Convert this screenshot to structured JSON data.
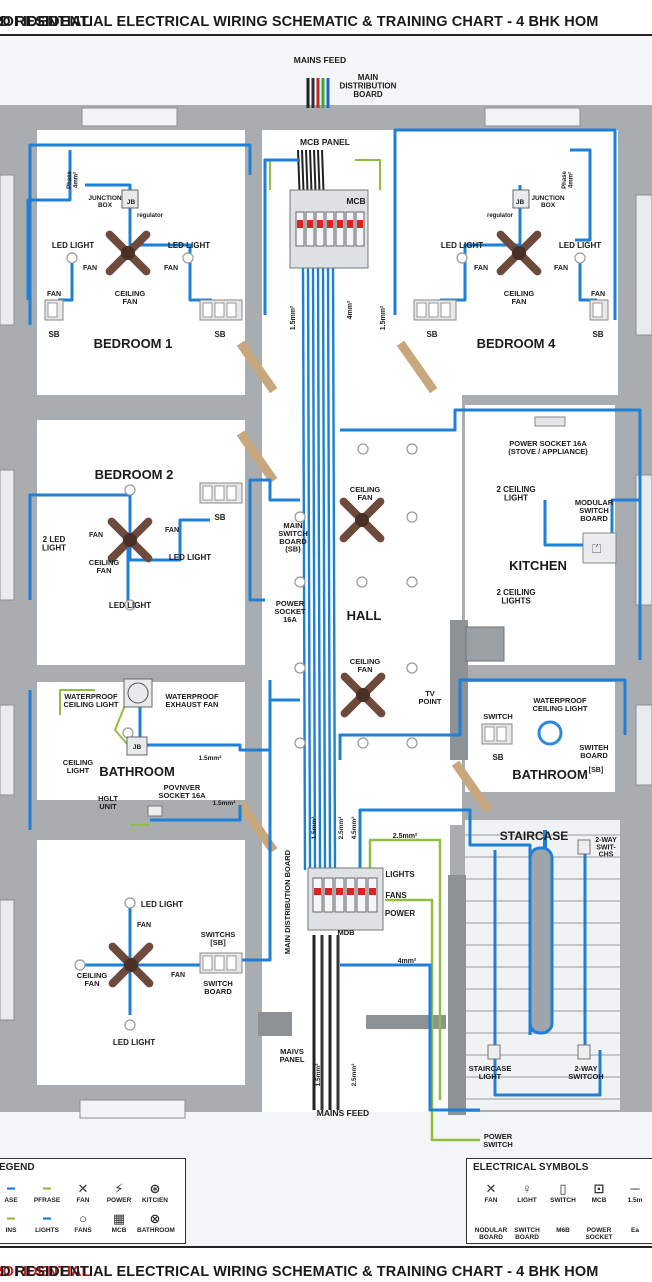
{
  "title": {
    "prefix": "ROFIDENTIAL",
    "rest": " 3D RESIDENTIAL ELECTRICAL WIRING SCHEMATIC & TRAINING CHART - 4 BHK HOM"
  },
  "footer": {
    "prefix": "ROFIDENTIAL",
    "rest": " 3D RESIDENTIAL ELECTRICAL WIRING SCHEMATIC & TRAINING CHART - 4 BHK HOM"
  },
  "colors": {
    "wire": "#1e7fd6",
    "earth": "#8fbf3f",
    "wall": "#a9adb0",
    "floor": "#ffffff",
    "accent_red": "#d11a1a"
  },
  "labels": {
    "mains_feed_top": "MAINS FEED",
    "main_distribution_board": [
      "MAIN",
      "DISTRIBUTION",
      "BOARD"
    ],
    "mcb_panel": "MCB PANEL",
    "mcb": "MCB",
    "wire_15_a": "1.5mm²",
    "wire_4": "4mm²",
    "wire_15_b": "1.5mm²",
    "b1_phase": [
      "Phase",
      "4mm²"
    ],
    "b1_junction": [
      "JUNCTION",
      "BOX"
    ],
    "b1_jb": "JB",
    "b1_regulator": "regulator",
    "b1_led_left": "LED LIGHT",
    "b1_led_right": "LED LIGHT",
    "b1_fan_left": "FAN",
    "b1_fan_right": "FAN",
    "b1_ceiling_fan": [
      "CEILING",
      "FAN"
    ],
    "b1_fan_small": "FAN",
    "b1_sb_left": "SB",
    "b1_sb_right": "SB",
    "b1_name": "BEDROOM 1",
    "b4_phase": [
      "Phase",
      "4mm²"
    ],
    "b4_jb": "JB",
    "b4_junction": [
      "JUNCTION",
      "BOX"
    ],
    "b4_regulator": "regulator",
    "b4_led_left": "LED LIGHT",
    "b4_led_right": "LED LIGHT",
    "b4_fan_left": "FAN",
    "b4_fan_right": "FAN",
    "b4_ceiling_fan": [
      "CEILING",
      "FAN"
    ],
    "b4_fan_small": "FAN",
    "b4_sb_left": "SB",
    "b4_sb_right": "SB",
    "b4_name": "BEDROOM 4",
    "b2_name": "BEDROOM 2",
    "b2_sb": "SB",
    "b2_fan": "FAN",
    "b2_fan_right": "FAN",
    "b2_two_led": [
      "2 LED",
      "LIGHT"
    ],
    "b2_ceiling_fan": [
      "CEILING",
      "FAN"
    ],
    "b2_led_right": "LED LIGHT",
    "b2_led_bottom": "LED LIGHT",
    "msb": [
      "MAIN",
      "SWITCH",
      "BOARD",
      "(SB)"
    ],
    "power_socket_hall": [
      "POWER",
      "SOCKET",
      "16A"
    ],
    "hall_ceiling_fan_1": [
      "CEILING",
      "FAN"
    ],
    "hall_ceiling_fan_2": [
      "CEILING",
      "FAN"
    ],
    "hall_name": "HALL",
    "tv_point": [
      "TV",
      "POINT"
    ],
    "kitchen_socket": [
      "POWER SOCKET 16A",
      "(STOVE / APPLIANCE)"
    ],
    "kitchen_two_ceiling": [
      "2 CEILING",
      "LIGHT"
    ],
    "kitchen_modular": [
      "MODULAR",
      "SWITCH",
      "BOARD"
    ],
    "kitchen_name": "KITCHEN",
    "kitchen_two_ceiling_2": [
      "2 CEILING",
      "LIGHTS"
    ],
    "bath1_wp_light": [
      "WATERPROOF",
      "CEILING LIGHT"
    ],
    "bath1_exhaust": [
      "WATERPROOF",
      "EXHAUST FAN"
    ],
    "bath1_jb": "JB",
    "bath1_ceiling_light": [
      "CEILING",
      "LIGHT"
    ],
    "bath1_name": "BATHROOM",
    "bath1_wire": "1.5mm²",
    "bath1_hglt": [
      "HGLT",
      "UNIT"
    ],
    "bath1_socket": [
      "POVNVER",
      "SOCKET 16A"
    ],
    "bath1_wire_2": "1.5mm²",
    "bath2_wp_light": [
      "WATERPROOF",
      "CEILING LIGHT"
    ],
    "bath2_switch": "SWITCH",
    "bath2_sb": "SB",
    "bath2_switch_board": [
      "SWITEH",
      "BOARD"
    ],
    "bath2_name": "BATHROOM",
    "bath2_sb_tag": "[SB]",
    "b3_led_top": "LED LIGHT",
    "b3_fan_top": "FAN",
    "b3_switchs": [
      "SWITCHS",
      "[SB]"
    ],
    "b3_ceiling_fan": [
      "CEILING",
      "FAN"
    ],
    "b3_fan_right": "FAN",
    "b3_switch_board": [
      "SWITCH",
      "BOARD"
    ],
    "b3_led_bottom": "LED LIGHT",
    "mdb_vertical": "MAIN DISTRIBUTION BOARD",
    "mdb": "MDB",
    "mdb_lights": "LIGHTS",
    "mdb_fans": "FANS",
    "mdb_power": "POWER",
    "wire_mdb_15": "1.5mm²",
    "wire_mdb_25": "2.5mm²",
    "wire_mdb_45": "4.5mm²",
    "wire_25_right": "2.5mm²",
    "wire_4_right": "4mm²",
    "mains_panel": [
      "MAIVS",
      "PANEL"
    ],
    "wire_bottom_15": "1.5mm²",
    "wire_bottom_25": "2.5mm²",
    "mains_feed_bottom": "MAINS FEED",
    "staircase": "STAIRCASE",
    "two_way_top": [
      "2-WAY",
      "SWIT-",
      "CHS"
    ],
    "staircase_light": [
      "STAIRCASE",
      "LIGHT"
    ],
    "two_way_bottom": [
      "2-WAY",
      "SWITCOH"
    ],
    "power_switch": [
      "POWER",
      "SWITCH"
    ]
  },
  "legend": {
    "title": "EGEND",
    "row1": [
      "ASE",
      "PFRASE",
      "FAN",
      "POWER",
      "KITCIEN"
    ],
    "row2": [
      "INS",
      "LIGHTS",
      "FANS",
      "MCB",
      "BATHROOM"
    ],
    "icons1": [
      "line-blue-icon",
      "line-green-icon",
      "fan-icon",
      "power-icon",
      "kitchen-icon"
    ],
    "icons2": [
      "line-green-icon",
      "line-blue-icon",
      "circle-icon",
      "mcb-icon",
      "cross-circle-icon"
    ]
  },
  "symbols": {
    "title": "ELECTRICAL SYMBOLS",
    "row1": [
      "FAN",
      "LIGHT",
      "SWITCH",
      "MCB",
      "1.5m"
    ],
    "row2": [
      "NODULAR BOARD",
      "SWITCH BOARD",
      "M6B",
      "POWER SOCKET",
      "Ea"
    ]
  }
}
